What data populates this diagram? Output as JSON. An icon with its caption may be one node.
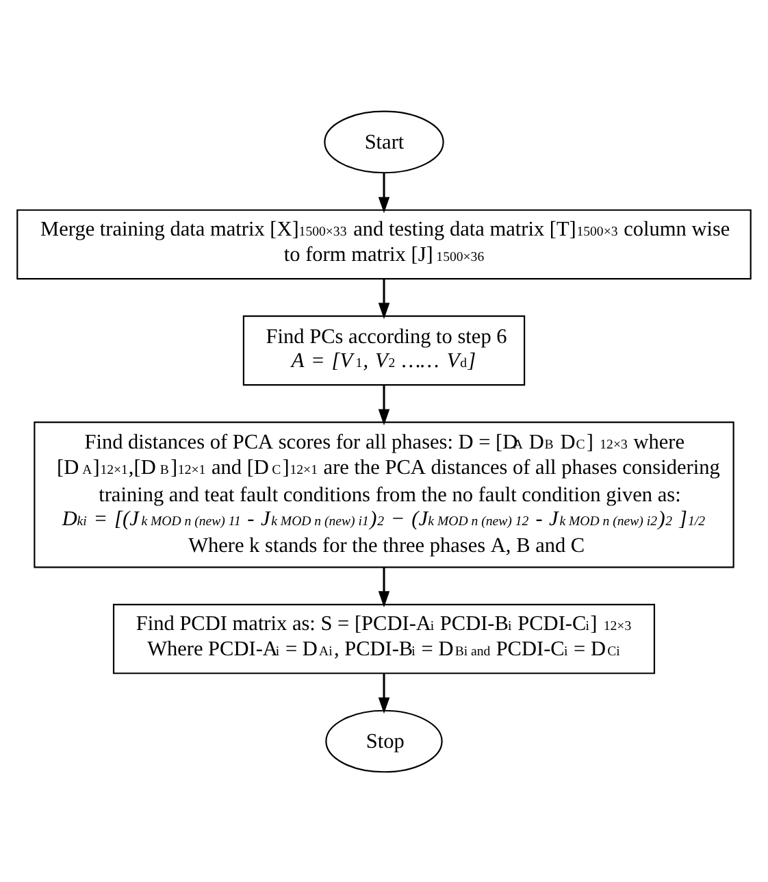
{
  "diagram": {
    "nodes": [
      {
        "text": [
          "Start"
        ]
      },
      {
        "text": [
          "Merge training data matrix [X]$_{1500×33}$ and testing data matrix [T]$_{1500×3}$  column wise to form matrix [J]$_{1500×36}$"
        ]
      },
      {
        "text": [
          "Find PCs according to step 6",
          "*A = [V*$_{1}$*, V*$_{2}$ *…… V*$_{d}$*]*"
        ]
      },
      {
        "text": [
          "Find distances of PCA scores for all phases: D = [D$_{A}$ D$_{B}$ D$_{C}$] $_{12×3}$ where [D$_{A}$]$_{12×1}$,[D$_{B}$]$_{12×1}$ and [D$_{C}$]$_{12×1}$ are the PCA distances of all phases considering training and teat fault conditions from the no fault condition given as:",
          "*D$_{ki}$ = [(J$_{k MOD n (new) 11}$ - J$_{k MOD n (new) i1}$)$^{2}$ − (J$_{k MOD n (new) 12}$ - J$_{k MOD n (new) i2}$)$^{2}$ ]$^{1/2}$*",
          "Where k stands for the three phases A, B and C"
        ]
      },
      {
        "text": [
          "Find PCDI matrix as:  S = [PCDI-A$_{i}$   PCDI-B$_{i}$  PCDI-C$_{i}$] $_{12×3}$",
          "Where PCDI-A$_{i}$ = D$_{Ai}$, PCDI-B$_{i}$ = D$_{Bi and}$ PCDI-C$_{i}$ = D$_{Ci}$"
        ]
      },
      {
        "text": [
          "Stop"
        ]
      }
    ],
    "edges": [
      {
        "from": 0,
        "to": 1,
        "arrow": "to"
      },
      {
        "from": 1,
        "to": 2,
        "arrow": "to"
      },
      {
        "from": 2,
        "to": 3,
        "arrow": "to"
      },
      {
        "from": 3,
        "to": 4,
        "arrow": "to"
      },
      {
        "from": 4,
        "to": 5,
        "arrow": "to"
      }
    ]
  }
}
